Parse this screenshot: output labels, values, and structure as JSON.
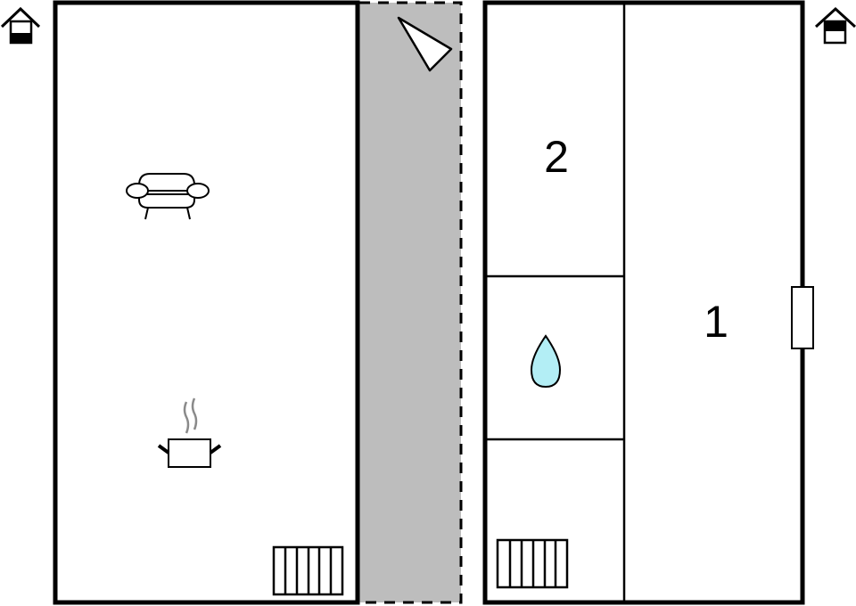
{
  "diagram": {
    "type": "floor-plan",
    "colors": {
      "wall": "#000000",
      "floor": "#ffffff",
      "balcony": "#bdbdbd",
      "water": "#b3eef5",
      "steam": "#8a8a8a"
    },
    "levels": [
      {
        "id": "left-level",
        "icon": "house-level-icon",
        "marker": "lower-half-filled"
      },
      {
        "id": "right-level",
        "icon": "house-level-icon",
        "marker": "upper-half-filled"
      }
    ],
    "rooms": [
      {
        "id": "living-kitchen",
        "label": "",
        "symbols": [
          "sofa-icon",
          "cooking-pot-icon",
          "radiator-icon"
        ]
      },
      {
        "id": "balcony",
        "label": "",
        "symbols": [
          "north-arrow-icon"
        ]
      },
      {
        "id": "bedroom-2",
        "label": "2",
        "symbols": []
      },
      {
        "id": "bathroom",
        "label": "",
        "symbols": [
          "water-drop-icon"
        ]
      },
      {
        "id": "utility",
        "label": "",
        "symbols": [
          "radiator-icon"
        ]
      },
      {
        "id": "bedroom-1",
        "label": "1",
        "symbols": [
          "window-icon"
        ]
      }
    ]
  }
}
